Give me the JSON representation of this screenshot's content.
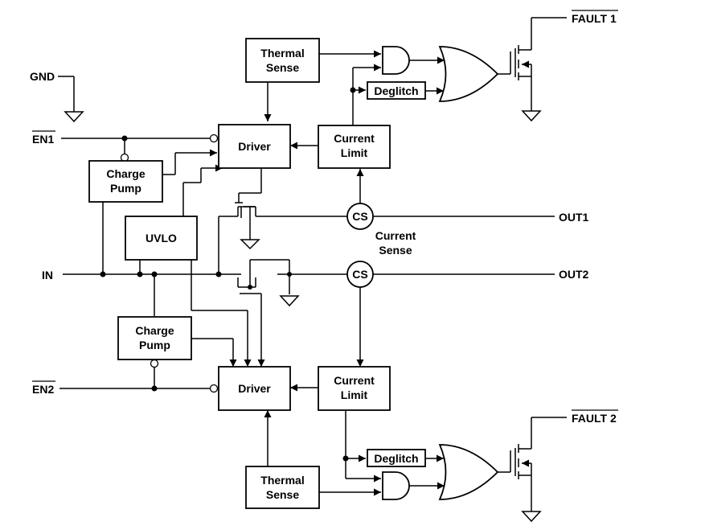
{
  "signals": {
    "gnd": "GND",
    "en1": "EN1",
    "en2": "EN2",
    "in": "IN",
    "out1": "OUT1",
    "out2": "OUT2",
    "fault1": "FAULT 1",
    "fault2": "FAULT 2"
  },
  "blocks": {
    "thermal_sense_line1": "Thermal",
    "thermal_sense_line2": "Sense",
    "driver": "Driver",
    "current_limit_line1": "Current",
    "current_limit_line2": "Limit",
    "charge_pump_line1": "Charge",
    "charge_pump_line2": "Pump",
    "uvlo": "UVLO",
    "deglitch": "Deglitch",
    "cs": "CS",
    "current_sense_line1": "Current",
    "current_sense_line2": "Sense"
  }
}
